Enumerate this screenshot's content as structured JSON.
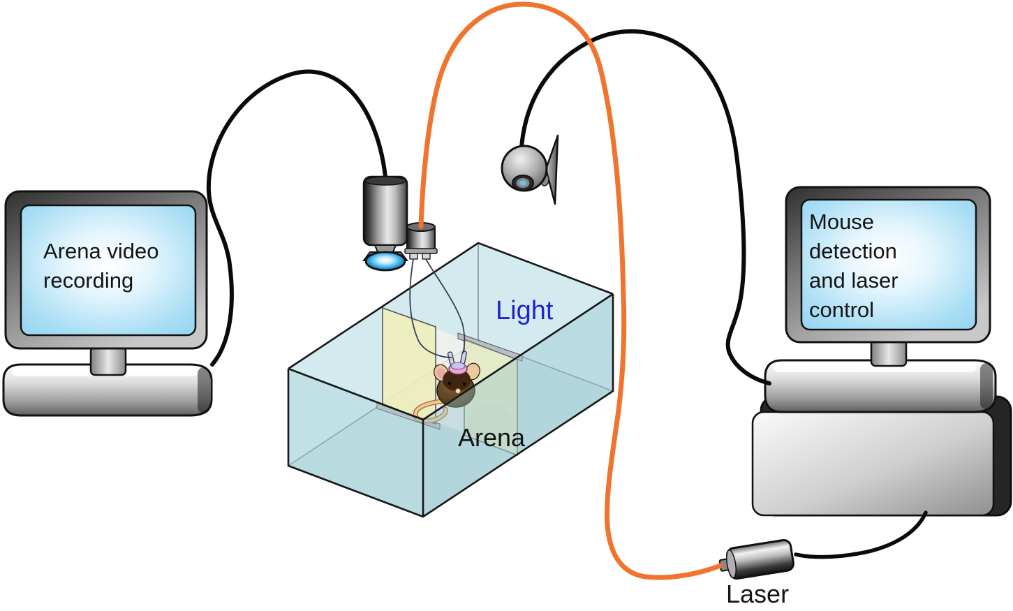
{
  "figure": {
    "description": "experimental-setup-diagram",
    "labels": {
      "left_monitor": {
        "text": "Arena video recording",
        "lines": [
          "Arena video",
          "recording"
        ]
      },
      "right_monitor": {
        "text": "Mouse detection and laser control",
        "lines": [
          "Mouse",
          "detection",
          "and laser",
          "control"
        ]
      },
      "light": "Light",
      "arena": "Arena",
      "laser": "Laser"
    },
    "components": [
      "left-monitor-arena-video-recording",
      "overhead-camera",
      "fiber-commutator",
      "tracking-webcam",
      "arena-box",
      "divider-panels",
      "mouse-with-implant",
      "right-monitor-mouse-detection",
      "control-computer-box",
      "laser-device",
      "optical-fiber-cable",
      "camera-cable",
      "webcam-cable",
      "laser-cable",
      "implant-wires"
    ],
    "colors": {
      "fiber_orange": "#f0742e",
      "screen_blue": "#a9def4",
      "arena_cyan": "#d3ebee",
      "panel_yellow": "#efefbc",
      "label_blue": "#2323cb",
      "cable_black": "#0a0a0a",
      "lens_blue": "#45b9ef"
    }
  }
}
